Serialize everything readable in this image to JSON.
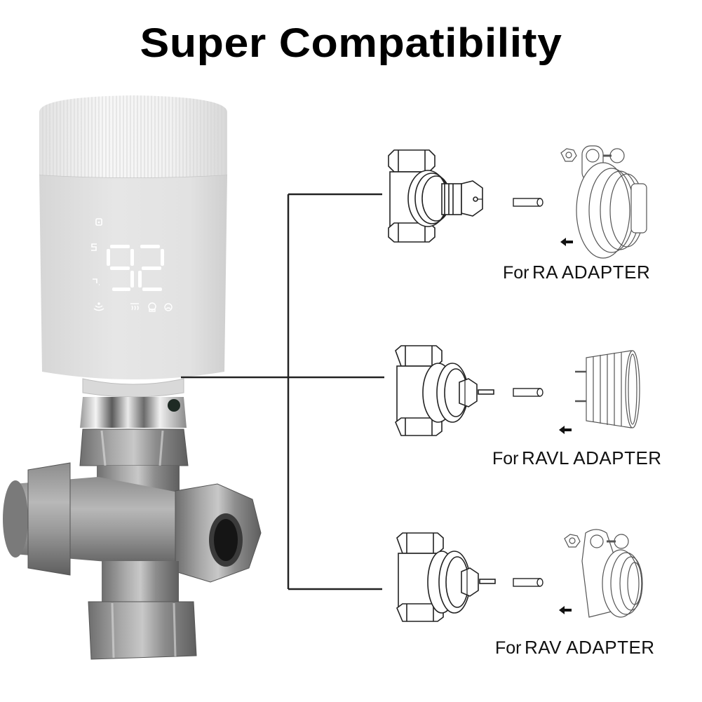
{
  "title": "Super Compatibility",
  "product": {
    "name": "smart-radiator-thermostat",
    "display": {
      "digits": "92",
      "left_icons": [
        "lock-icon",
        "s-mode-icon",
        "temperature-unit-icon"
      ],
      "bottom_icons": [
        "wifi-signal-icon",
        "heating-icon",
        "window-open-icon",
        "eco-face-icon"
      ],
      "digit_color": "#ffffff",
      "body_color": "#e4e4e4"
    }
  },
  "adapters": [
    {
      "prefix": "For",
      "name": "RA ADAPTER"
    },
    {
      "prefix": "For",
      "name": "RAVL ADAPTER"
    },
    {
      "prefix": "For",
      "name": "RAV ADAPTER"
    }
  ],
  "colors": {
    "connector_line": "#222222",
    "text": "#111111"
  }
}
